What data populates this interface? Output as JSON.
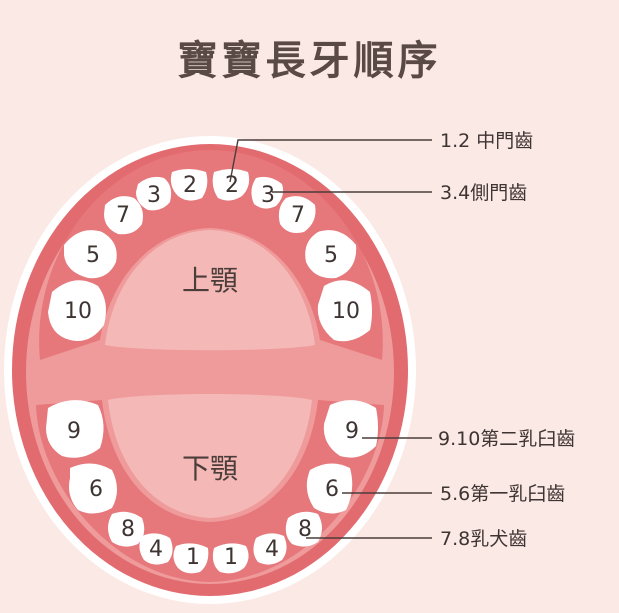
{
  "title": "寶寶長牙順序",
  "jaws": {
    "upper": "上顎",
    "lower": "下顎"
  },
  "teeth": {
    "upper": [
      "10",
      "5",
      "7",
      "3",
      "2",
      "2",
      "3",
      "7",
      "5",
      "10"
    ],
    "lower": [
      "9",
      "6",
      "8",
      "4",
      "1",
      "1",
      "4",
      "8",
      "6",
      "9"
    ]
  },
  "callouts": [
    "1.2 中門齒",
    "3.4側門齒",
    "9.10第二乳臼齒",
    "5.6第一乳臼齒",
    "7.8乳犬齒"
  ],
  "colors": {
    "background": "#fbe9e5",
    "mouth_outer": "#e26b70",
    "gum": "#ea8c8d",
    "palate": "#f3b3b1",
    "tooth": "#ffffff",
    "line": "#4a3d3a"
  }
}
